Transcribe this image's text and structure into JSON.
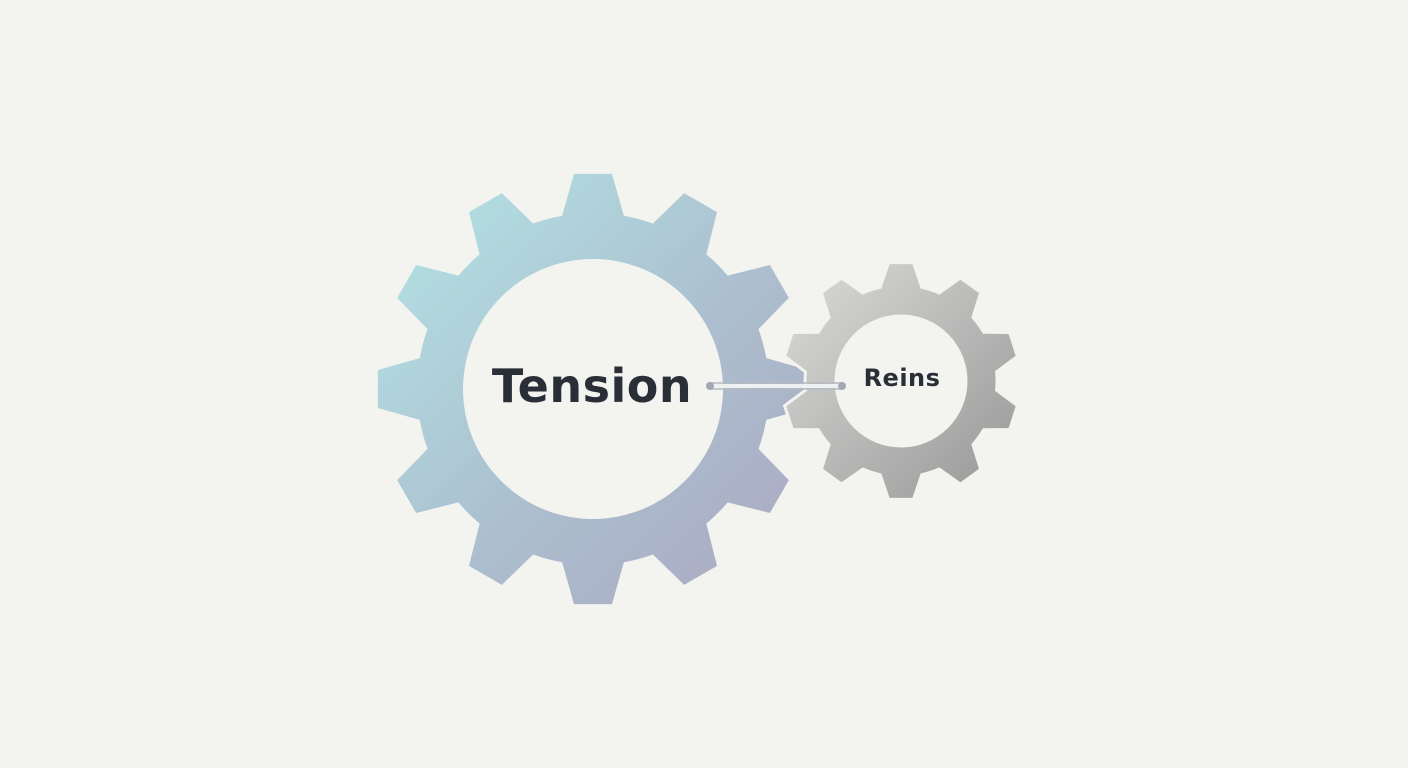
{
  "diagram": {
    "type": "meshed-gears",
    "gears": [
      {
        "id": "large",
        "label": "Tension",
        "teeth": 12,
        "gradient": {
          "from": "#b3e5e6",
          "to": "#aaa9c2"
        }
      },
      {
        "id": "small",
        "label": "Reins",
        "teeth": 10,
        "gradient": {
          "from": "#dadad8",
          "to": "#989898"
        }
      }
    ],
    "connector": {
      "from": "large",
      "to": "small",
      "style": "double-line-with-dot-ends",
      "color": "#a9afb8"
    },
    "background": "#f3f3ef",
    "text_color": "#2a2e36"
  }
}
